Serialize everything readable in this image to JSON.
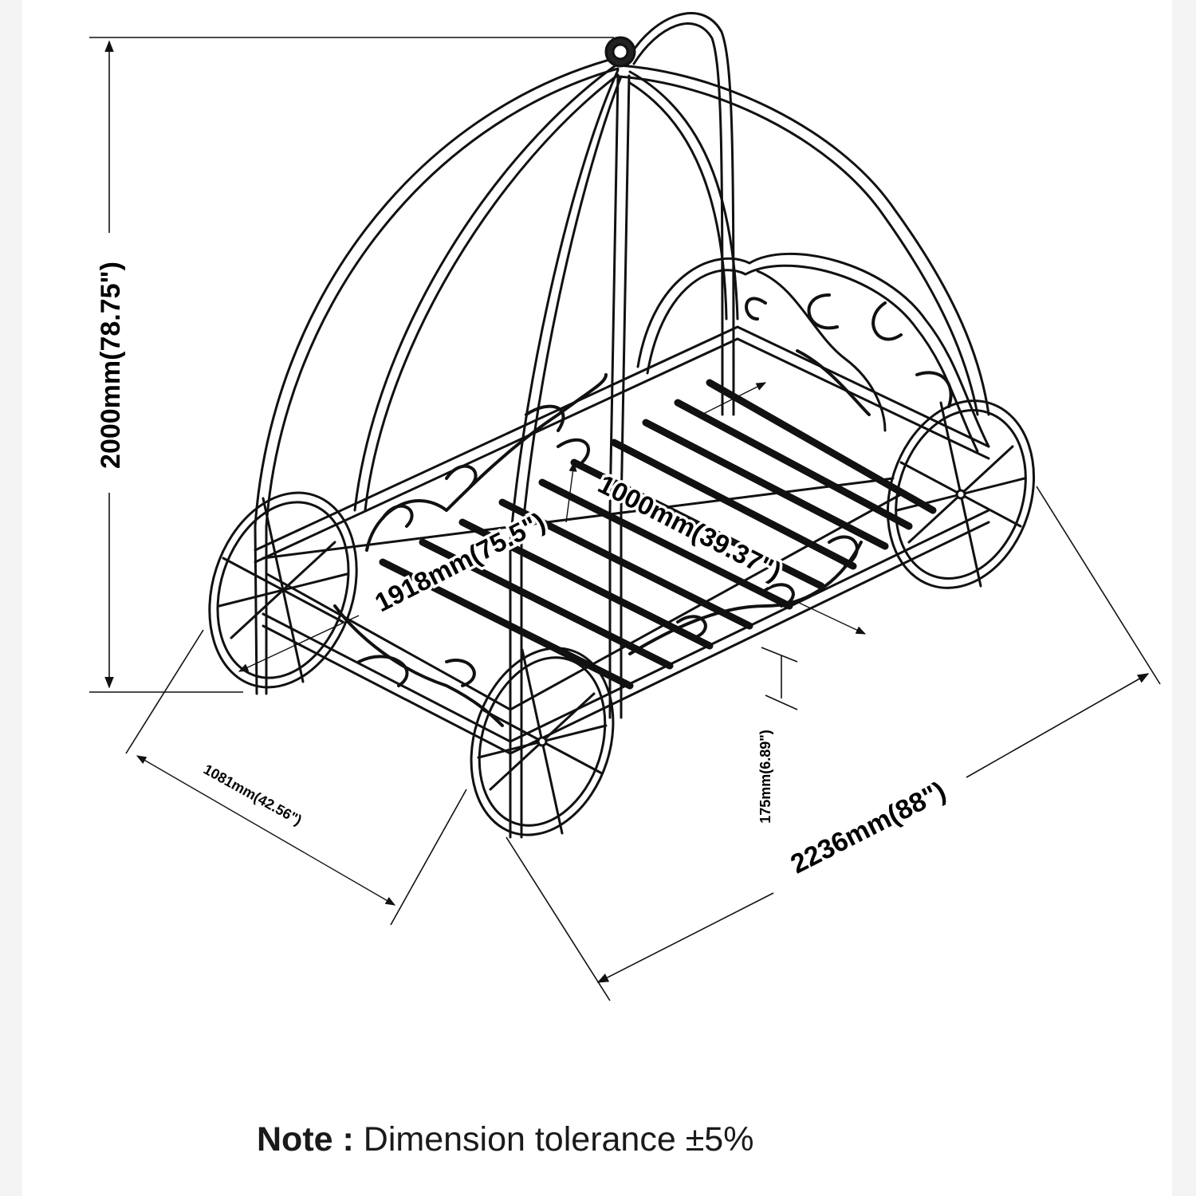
{
  "dimensions": {
    "height": "2000mm(78.75\")",
    "inner_length": "1918mm(75.5\")",
    "inner_width": "1000mm(39.37\")",
    "outer_width": "1081mm(42.56\")",
    "clearance": "175mm(6.89\")",
    "outer_length": "2236mm(88\")"
  },
  "note": {
    "label": "Note :",
    "text": "Dimension tolerance ±5%"
  },
  "colors": {
    "line": "#111111",
    "background": "#ffffff"
  }
}
